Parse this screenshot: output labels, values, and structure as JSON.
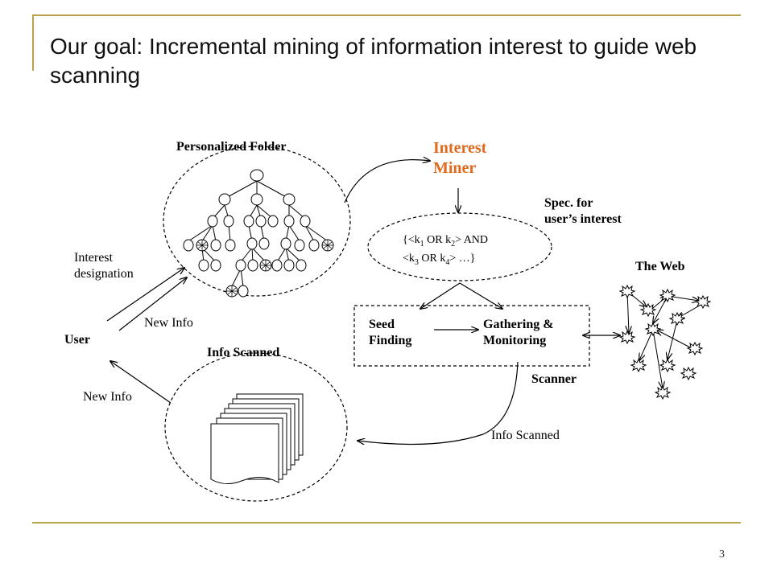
{
  "slide": {
    "title": "Our goal: Incremental mining of information interest to guide web scanning",
    "page_number": "3"
  },
  "diagram": {
    "personalized_folder": "Personalized Folder",
    "interest_miner": "Interest\nMiner",
    "spec_label": "Spec. for\nuser’s interest",
    "query": {
      "line1_prefix": "{<k",
      "sub1": "1",
      "mid1": " OR k",
      "sub2": "2",
      "line1_suffix": "> AND",
      "line2_prefix": "<k",
      "sub3": "3",
      "mid2": " OR k",
      "sub4": "4",
      "line2_suffix": "> …}"
    },
    "the_web": "The Web",
    "interest_designation": "Interest\ndesignation",
    "new_info_top": "New Info",
    "user": "User",
    "info_scanned_title": "Info Scanned",
    "new_info_bottom": "New Info",
    "seed_finding": "Seed\nFinding",
    "gathering": "Gathering &\nMonitoring",
    "scanner": "Scanner",
    "info_scanned_arrow": "Info Scanned"
  },
  "colors": {
    "accent_rule": "#b8a24a",
    "miner": "#e06a1e"
  },
  "icons": {
    "web_node": "sun-star-icon"
  }
}
